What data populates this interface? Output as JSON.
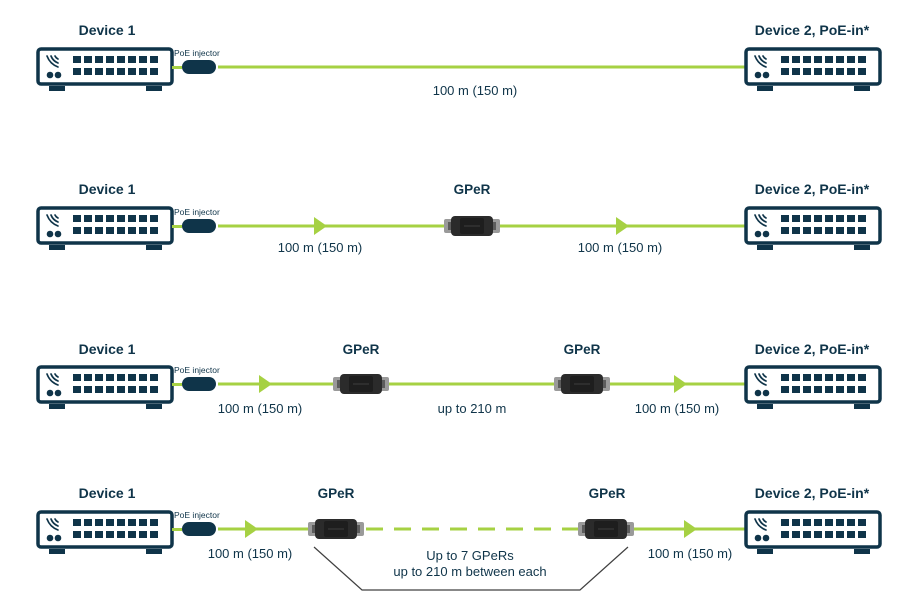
{
  "colors": {
    "navy": "#0f3449",
    "cable": "#a6d143",
    "gper_body": "#2b2b2b",
    "gper_metal": "#9a9a9a",
    "bracket": "#404040"
  },
  "icons": {
    "device": "network-switch-icon",
    "injector": "poe-injector-icon",
    "gper": "gper-extender-icon",
    "arrow": "triangle-arrow-icon"
  },
  "rows": [
    {
      "device1": "Device 1",
      "device2": "Device 2, PoE-in*",
      "injector": "PoE injector",
      "gpers": [],
      "segments": [
        "100 m (150 m)"
      ],
      "note": []
    },
    {
      "device1": "Device 1",
      "device2": "Device 2, PoE-in*",
      "injector": "PoE injector",
      "gpers": [
        "GPeR"
      ],
      "segments": [
        "100 m (150 m)",
        "100 m (150 m)"
      ],
      "note": []
    },
    {
      "device1": "Device 1",
      "device2": "Device 2, PoE-in*",
      "injector": "PoE injector",
      "gpers": [
        "GPeR",
        "GPeR"
      ],
      "segments": [
        "100 m (150 m)",
        "up to 210 m",
        "100 m (150 m)"
      ],
      "note": []
    },
    {
      "device1": "Device 1",
      "device2": "Device 2, PoE-in*",
      "injector": "PoE injector",
      "gpers": [
        "GPeR",
        "GPeR"
      ],
      "segments": [
        "100 m (150 m)",
        "100 m (150 m)"
      ],
      "note": [
        "Up to 7 GPeRs",
        "up to 210 m between each"
      ]
    }
  ]
}
